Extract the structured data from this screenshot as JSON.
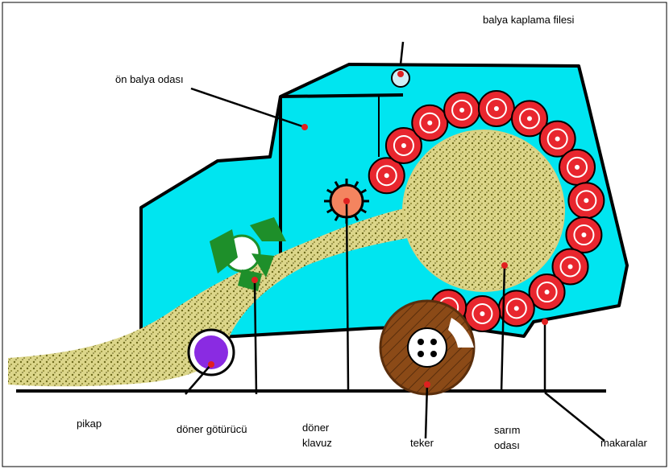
{
  "labels": {
    "net_wrap": "balya kaplama filesi",
    "pre_chamber": "ön balya odası",
    "pickup": "pikap",
    "rotor_conveyor": "döner götürücü",
    "rotor_guide_1": "döner",
    "rotor_guide_2": "klavuz",
    "wheel": "teker",
    "bale_chamber_1": "sarım",
    "bale_chamber_2": "odası",
    "rollers": "makaralar"
  },
  "colors": {
    "body": "#00e5f0",
    "outline": "#000000",
    "roller": "#e8262e",
    "crop": "#c8c060",
    "wheel": "#8b4513",
    "pickup": "#8a2be2",
    "conveyor": "#1e8f2a",
    "guide": "#f4845f",
    "marker": "#e02020"
  }
}
